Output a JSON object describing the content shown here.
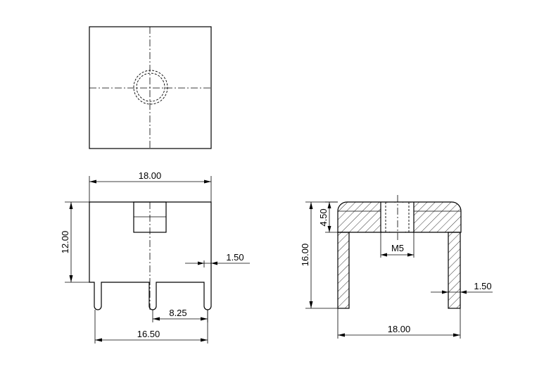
{
  "front_view": {
    "width_label": "18.00",
    "height_label": "12.00",
    "pin_width_label": "1.50",
    "pin_pitch_label": "8.25",
    "pin_span_label": "16.50"
  },
  "section_view": {
    "thread_depth_label": "4.50",
    "height_label": "16.00",
    "thread_label": "M5",
    "leg_width_label": "1.50",
    "width_label": "18.00"
  }
}
